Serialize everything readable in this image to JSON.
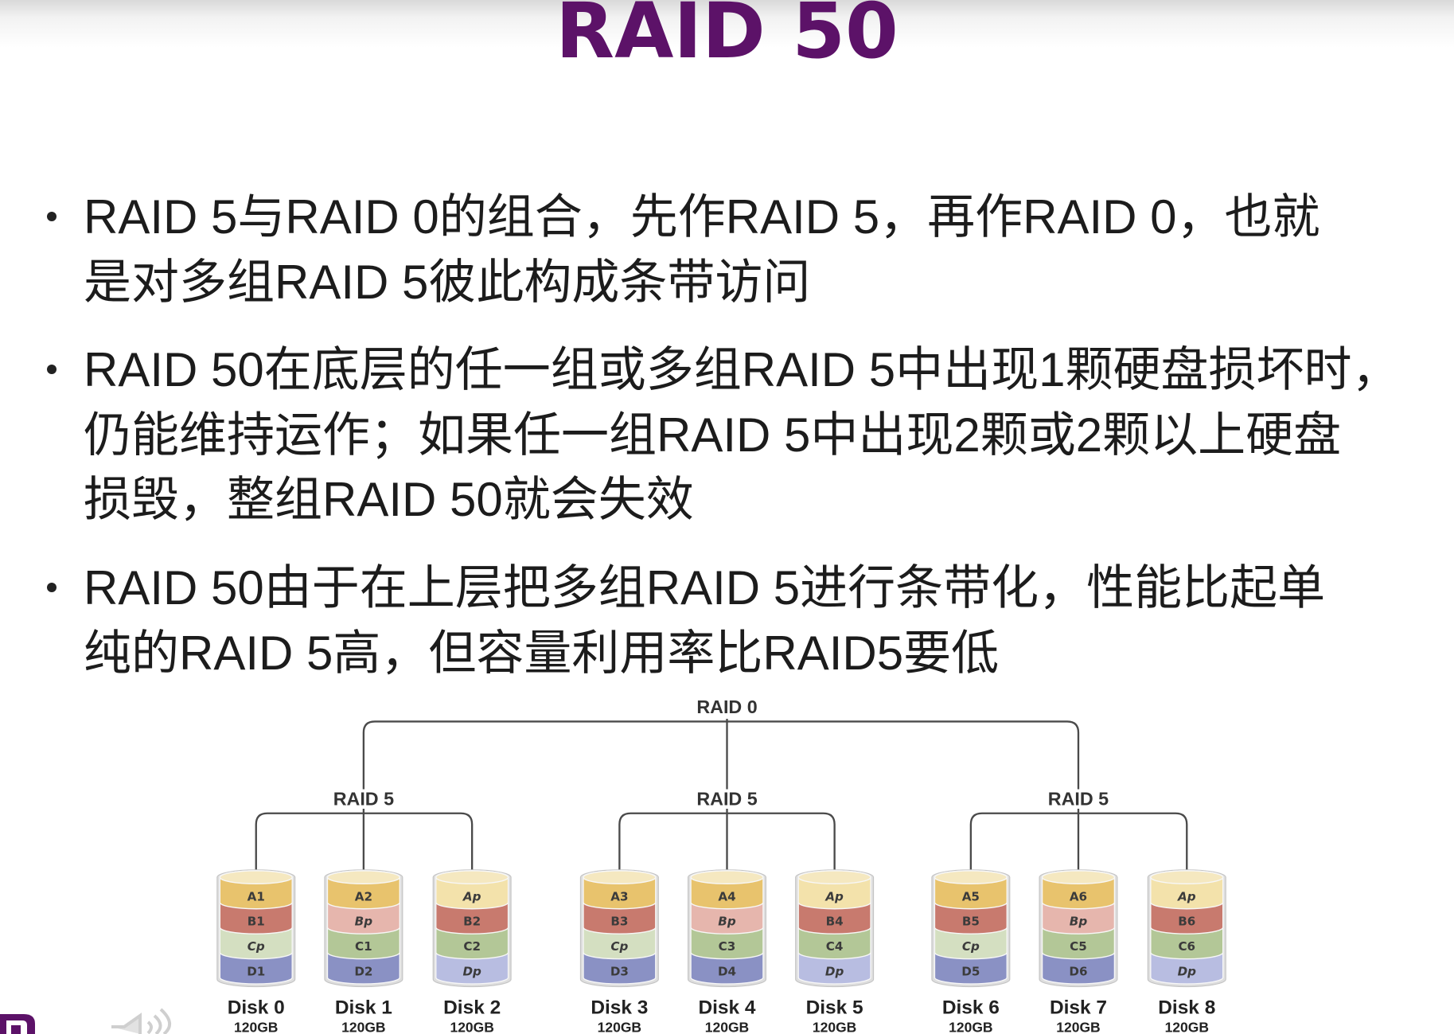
{
  "title": "RAID 50",
  "bullets": [
    {
      "lines": [
        "RAID 5与RAID 0的组合，先作RAID 5，再作RAID 0，也就",
        "是对多组RAID 5彼此构成条带访问"
      ]
    },
    {
      "lines": [
        "RAID 50在底层的任一组或多组RAID 5中出现1颗硬盘损坏时，",
        "仍能维持运作；如果任一组RAID 5中出现2颗或2颗以上硬盘",
        "损毁，整组RAID 50就会失效"
      ]
    },
    {
      "lines": [
        "RAID 50由于在上层把多组RAID 5进行条带化，性能比起单",
        "纯的RAID 5高，但容量利用率比RAID5要低"
      ]
    }
  ],
  "diagram": {
    "top_label": "RAID 0",
    "groups": [
      {
        "label": "RAID 5",
        "disks": [
          {
            "name": "Disk 0",
            "size": "120GB",
            "blocks": [
              "A1",
              "B1",
              "Cp",
              "D1"
            ]
          },
          {
            "name": "Disk 1",
            "size": "120GB",
            "blocks": [
              "A2",
              "Bp",
              "C1",
              "D2"
            ]
          },
          {
            "name": "Disk 2",
            "size": "120GB",
            "blocks": [
              "Ap",
              "B2",
              "C2",
              "Dp"
            ]
          }
        ]
      },
      {
        "label": "RAID 5",
        "disks": [
          {
            "name": "Disk 3",
            "size": "120GB",
            "blocks": [
              "A3",
              "B3",
              "Cp",
              "D3"
            ]
          },
          {
            "name": "Disk 4",
            "size": "120GB",
            "blocks": [
              "A4",
              "Bp",
              "C3",
              "D4"
            ]
          },
          {
            "name": "Disk 5",
            "size": "120GB",
            "blocks": [
              "Ap",
              "B4",
              "C4",
              "Dp"
            ]
          }
        ]
      },
      {
        "label": "RAID 5",
        "disks": [
          {
            "name": "Disk 6",
            "size": "120GB",
            "blocks": [
              "A5",
              "B5",
              "Cp",
              "D5"
            ]
          },
          {
            "name": "Disk 7",
            "size": "120GB",
            "blocks": [
              "A6",
              "Bp",
              "C5",
              "D6"
            ]
          },
          {
            "name": "Disk 8",
            "size": "120GB",
            "blocks": [
              "Ap",
              "B6",
              "C6",
              "Dp"
            ]
          }
        ]
      }
    ]
  },
  "colors": {
    "title": "#5c1268",
    "text": "#1c1c1c",
    "line": "#4a4a4a",
    "casing": "#dedede",
    "cap": "#f5e8c0"
  },
  "block_colors": {
    "A": "#e8c36d",
    "B": "#c87a6e",
    "C": "#b3c797",
    "D": "#8a91c4"
  },
  "parity_colors": {
    "A": "#f3e2ab",
    "B": "#e6b6ad",
    "C": "#d4dfc1",
    "D": "#b8bde1"
  }
}
